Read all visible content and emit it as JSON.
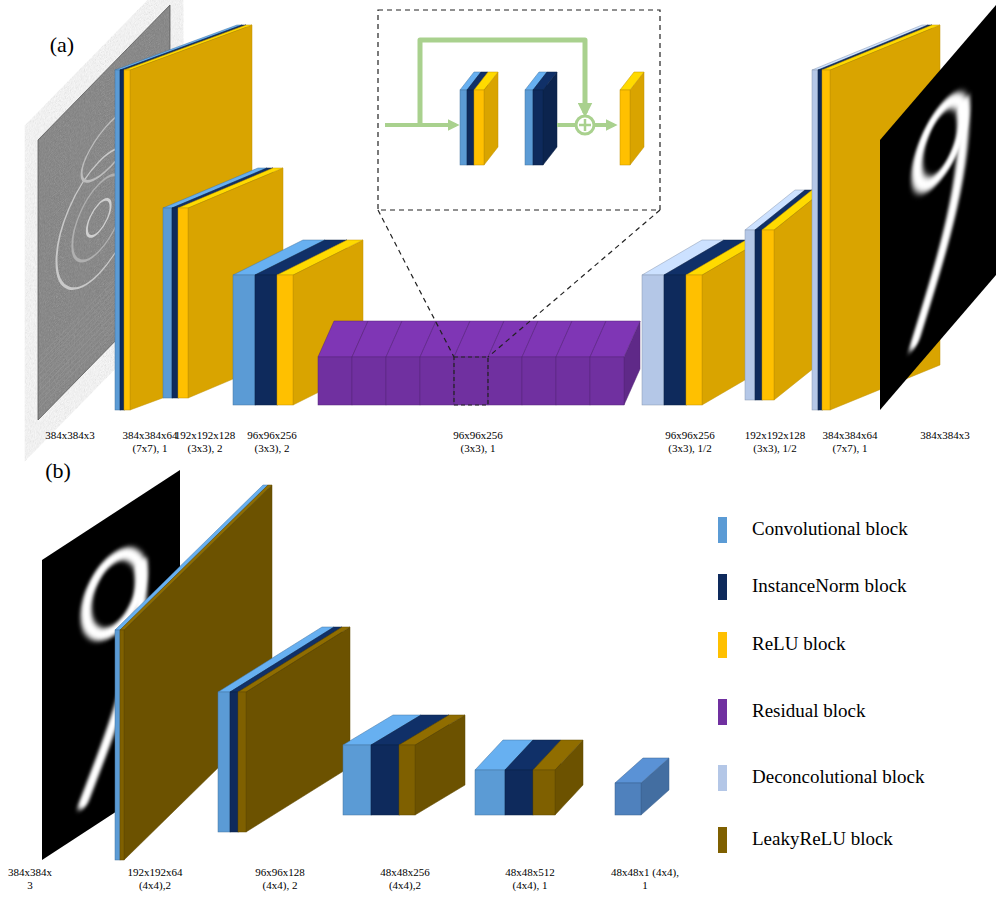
{
  "diagram": {
    "labels": [
      "(a)",
      "384x384x3",
      "384x384x64 (7x7), 1",
      "192x192x128 (3x3), 2",
      "96x96x256 (3x3), 2",
      "96x96x256 (3x3), 1",
      "96x96x256 (3x3), 1/2",
      "192x192x128 (3x3), 1/2",
      "384x384x64 (7x7), 1",
      "384x384x3",
      "(b)",
      "384x384x 3",
      "192x192x64 (4x4),2",
      "96x96x128 (4x4), 2",
      "48x48x256 (4x4),2",
      "48x48x512 (4x4), 1",
      "48x48x1 (4x4), 1"
    ],
    "legend": [
      {
        "text": "Convolutional block",
        "color": "#5b9bd5"
      },
      {
        "text": "InstanceNorm block",
        "color": "#0e2a5c"
      },
      {
        "text": "ReLU block",
        "color": "#ffc000"
      },
      {
        "text": "Residual block",
        "color": "#7030a0"
      },
      {
        "text": "Deconcolutional block",
        "color": "#b4c7e7"
      },
      {
        "text": "LeakyReLU block",
        "color": "#7f6000"
      }
    ]
  }
}
